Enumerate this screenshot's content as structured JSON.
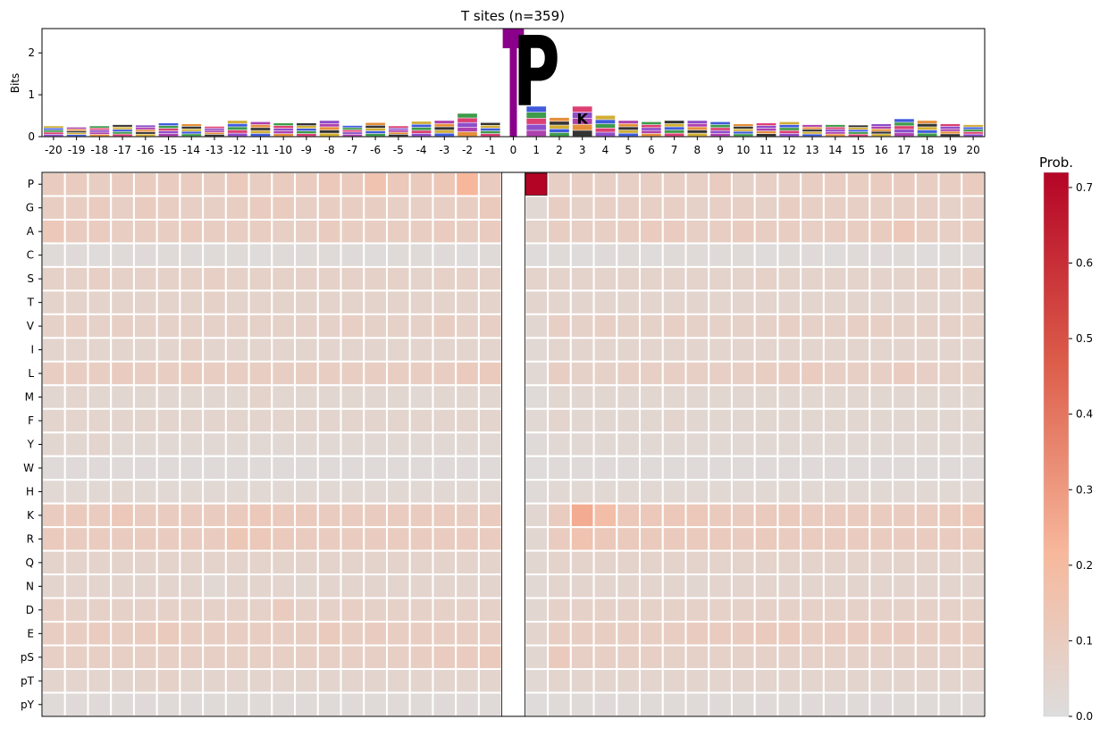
{
  "chart_data": [
    {
      "type": "sequence-logo",
      "title": "T sites (n=359)",
      "ylabel": "Bits",
      "ylim": [
        0,
        2.58
      ],
      "yticks": [
        0,
        1,
        2
      ],
      "positions": [
        -20,
        -19,
        -18,
        -17,
        -16,
        -15,
        -14,
        -13,
        -12,
        -11,
        -10,
        -9,
        -8,
        -7,
        -6,
        -5,
        -4,
        -3,
        -2,
        -1,
        0,
        1,
        2,
        3,
        4,
        5,
        6,
        7,
        8,
        9,
        10,
        11,
        12,
        13,
        14,
        15,
        16,
        17,
        18,
        19,
        20
      ],
      "stack_heights": [
        0.25,
        0.22,
        0.25,
        0.28,
        0.27,
        0.32,
        0.3,
        0.24,
        0.38,
        0.35,
        0.32,
        0.32,
        0.38,
        0.26,
        0.33,
        0.25,
        0.36,
        0.38,
        0.55,
        0.33,
        2.58,
        0.75,
        0.45,
        0.72,
        0.5,
        0.38,
        0.35,
        0.38,
        0.38,
        0.35,
        0.3,
        0.32,
        0.35,
        0.28,
        0.28,
        0.27,
        0.3,
        0.42,
        0.38,
        0.3,
        0.28
      ],
      "highlighted_letters": [
        {
          "position": 0,
          "letter": "T",
          "bits": 2.58,
          "color": "#8b008b"
        },
        {
          "position": 1,
          "letter": "P",
          "bits": 1.9,
          "color": "#000000"
        },
        {
          "position": 3,
          "letter": "K",
          "bits": 0.35,
          "color": "#0000ee"
        }
      ]
    },
    {
      "type": "heatmap",
      "x_labels": [
        "-20",
        "-19",
        "-18",
        "-17",
        "-16",
        "-15",
        "-14",
        "-13",
        "-12",
        "-11",
        "-10",
        "-9",
        "-8",
        "-7",
        "-6",
        "-5",
        "-4",
        "-3",
        "-2",
        "-1",
        "0",
        "1",
        "2",
        "3",
        "4",
        "5",
        "6",
        "7",
        "8",
        "9",
        "10",
        "11",
        "12",
        "13",
        "14",
        "15",
        "16",
        "17",
        "18",
        "19",
        "20"
      ],
      "y_labels": [
        "P",
        "G",
        "A",
        "C",
        "S",
        "T",
        "V",
        "I",
        "L",
        "M",
        "F",
        "Y",
        "W",
        "H",
        "K",
        "R",
        "Q",
        "N",
        "D",
        "E",
        "pS",
        "pT",
        "pY"
      ],
      "colorbar_label": "Prob.",
      "vmin": 0.0,
      "vmax": 0.72,
      "colorbar_ticks": [
        "0.0",
        "0.1",
        "0.2",
        "0.3",
        "0.4",
        "0.5",
        "0.6",
        "0.7"
      ],
      "masked_column": "0",
      "values": {
        "P": [
          0.1,
          0.1,
          0.09,
          0.1,
          0.1,
          0.1,
          0.1,
          0.09,
          0.11,
          0.09,
          0.1,
          0.1,
          0.12,
          0.11,
          0.15,
          0.12,
          0.11,
          0.13,
          0.22,
          0.1,
          null,
          0.72,
          0.08,
          0.09,
          0.08,
          0.08,
          0.09,
          0.08,
          0.08,
          0.1,
          0.07,
          0.08,
          0.08,
          0.09,
          0.09,
          0.09,
          0.1,
          0.1,
          0.09,
          0.09,
          0.1
        ],
        "G": [
          0.09,
          0.09,
          0.1,
          0.08,
          0.1,
          0.09,
          0.08,
          0.08,
          0.09,
          0.1,
          0.1,
          0.08,
          0.09,
          0.09,
          0.09,
          0.08,
          0.08,
          0.08,
          0.09,
          0.11,
          null,
          0.03,
          0.09,
          0.07,
          0.08,
          0.08,
          0.08,
          0.08,
          0.07,
          0.08,
          0.08,
          0.07,
          0.09,
          0.08,
          0.08,
          0.08,
          0.08,
          0.08,
          0.08,
          0.07,
          0.08
        ],
        "A": [
          0.12,
          0.1,
          0.1,
          0.09,
          0.09,
          0.09,
          0.1,
          0.09,
          0.09,
          0.09,
          0.08,
          0.08,
          0.1,
          0.09,
          0.09,
          0.09,
          0.09,
          0.1,
          0.09,
          0.1,
          null,
          0.06,
          0.09,
          0.08,
          0.08,
          0.09,
          0.1,
          0.1,
          0.08,
          0.09,
          0.1,
          0.09,
          0.09,
          0.08,
          0.09,
          0.09,
          0.1,
          0.12,
          0.09,
          0.08,
          0.09
        ],
        "C": [
          0.02,
          0.02,
          0.01,
          0.02,
          0.02,
          0.02,
          0.02,
          0.02,
          0.02,
          0.01,
          0.02,
          0.02,
          0.02,
          0.02,
          0.01,
          0.02,
          0.02,
          0.02,
          0.01,
          0.02,
          null,
          0.01,
          0.02,
          0.01,
          0.02,
          0.02,
          0.01,
          0.02,
          0.02,
          0.02,
          0.02,
          0.01,
          0.02,
          0.02,
          0.01,
          0.02,
          0.02,
          0.02,
          0.01,
          0.02,
          0.02
        ],
        "S": [
          0.07,
          0.07,
          0.08,
          0.07,
          0.07,
          0.07,
          0.07,
          0.08,
          0.07,
          0.07,
          0.07,
          0.07,
          0.07,
          0.07,
          0.07,
          0.07,
          0.06,
          0.07,
          0.07,
          0.07,
          null,
          0.06,
          0.06,
          0.06,
          0.06,
          0.06,
          0.06,
          0.06,
          0.06,
          0.06,
          0.06,
          0.07,
          0.06,
          0.06,
          0.06,
          0.06,
          0.06,
          0.06,
          0.07,
          0.06,
          0.09
        ],
        "T": [
          0.06,
          0.06,
          0.06,
          0.06,
          0.06,
          0.06,
          0.06,
          0.07,
          0.06,
          0.06,
          0.06,
          0.06,
          0.06,
          0.06,
          0.06,
          0.06,
          0.06,
          0.06,
          0.06,
          0.06,
          null,
          0.05,
          0.05,
          0.05,
          0.05,
          0.05,
          0.05,
          0.05,
          0.05,
          0.05,
          0.05,
          0.05,
          0.05,
          0.05,
          0.05,
          0.05,
          0.05,
          0.05,
          0.05,
          0.05,
          0.06
        ],
        "V": [
          0.07,
          0.08,
          0.07,
          0.08,
          0.07,
          0.07,
          0.07,
          0.07,
          0.07,
          0.07,
          0.07,
          0.07,
          0.07,
          0.08,
          0.07,
          0.07,
          0.07,
          0.09,
          0.07,
          0.08,
          null,
          0.04,
          0.08,
          0.07,
          0.08,
          0.07,
          0.07,
          0.08,
          0.07,
          0.07,
          0.07,
          0.07,
          0.08,
          0.07,
          0.07,
          0.08,
          0.08,
          0.07,
          0.07,
          0.07,
          0.07
        ],
        "I": [
          0.05,
          0.05,
          0.05,
          0.05,
          0.05,
          0.05,
          0.07,
          0.05,
          0.05,
          0.05,
          0.05,
          0.05,
          0.05,
          0.05,
          0.05,
          0.05,
          0.05,
          0.05,
          0.05,
          0.05,
          null,
          0.03,
          0.05,
          0.05,
          0.05,
          0.05,
          0.05,
          0.05,
          0.05,
          0.05,
          0.05,
          0.05,
          0.05,
          0.05,
          0.05,
          0.05,
          0.05,
          0.05,
          0.05,
          0.05,
          0.05
        ],
        "L": [
          0.09,
          0.09,
          0.09,
          0.1,
          0.09,
          0.09,
          0.1,
          0.09,
          0.09,
          0.09,
          0.09,
          0.09,
          0.09,
          0.09,
          0.09,
          0.09,
          0.09,
          0.09,
          0.11,
          0.11,
          null,
          0.03,
          0.09,
          0.07,
          0.07,
          0.08,
          0.08,
          0.08,
          0.08,
          0.08,
          0.08,
          0.09,
          0.09,
          0.1,
          0.08,
          0.08,
          0.08,
          0.1,
          0.08,
          0.07,
          0.07
        ],
        "M": [
          0.04,
          0.05,
          0.04,
          0.04,
          0.04,
          0.04,
          0.04,
          0.04,
          0.04,
          0.06,
          0.04,
          0.04,
          0.04,
          0.04,
          0.04,
          0.04,
          0.03,
          0.04,
          0.04,
          0.04,
          null,
          0.02,
          0.04,
          0.04,
          0.04,
          0.04,
          0.04,
          0.04,
          0.04,
          0.04,
          0.04,
          0.04,
          0.04,
          0.04,
          0.04,
          0.04,
          0.04,
          0.04,
          0.04,
          0.04,
          0.04
        ],
        "F": [
          0.05,
          0.05,
          0.05,
          0.05,
          0.05,
          0.05,
          0.05,
          0.05,
          0.05,
          0.05,
          0.05,
          0.05,
          0.05,
          0.05,
          0.05,
          0.05,
          0.05,
          0.05,
          0.05,
          0.05,
          null,
          0.03,
          0.05,
          0.04,
          0.04,
          0.04,
          0.04,
          0.05,
          0.04,
          0.04,
          0.04,
          0.04,
          0.04,
          0.04,
          0.04,
          0.04,
          0.04,
          0.04,
          0.04,
          0.04,
          0.04
        ],
        "Y": [
          0.04,
          0.04,
          0.05,
          0.03,
          0.03,
          0.03,
          0.03,
          0.03,
          0.03,
          0.03,
          0.03,
          0.03,
          0.03,
          0.03,
          0.03,
          0.03,
          0.03,
          0.03,
          0.03,
          0.03,
          null,
          0.02,
          0.03,
          0.03,
          0.03,
          0.03,
          0.03,
          0.03,
          0.03,
          0.03,
          0.03,
          0.03,
          0.03,
          0.03,
          0.03,
          0.03,
          0.03,
          0.03,
          0.03,
          0.03,
          0.03
        ],
        "W": [
          0.02,
          0.02,
          0.02,
          0.02,
          0.02,
          0.02,
          0.02,
          0.02,
          0.02,
          0.02,
          0.02,
          0.02,
          0.02,
          0.02,
          0.02,
          0.02,
          0.02,
          0.02,
          0.02,
          0.02,
          null,
          0.01,
          0.02,
          0.02,
          0.02,
          0.02,
          0.02,
          0.02,
          0.02,
          0.02,
          0.02,
          0.02,
          0.02,
          0.02,
          0.02,
          0.02,
          0.02,
          0.02,
          0.02,
          0.02,
          0.02
        ],
        "H": [
          0.03,
          0.03,
          0.03,
          0.04,
          0.03,
          0.03,
          0.03,
          0.03,
          0.03,
          0.03,
          0.03,
          0.03,
          0.03,
          0.03,
          0.03,
          0.03,
          0.03,
          0.03,
          0.03,
          0.03,
          null,
          0.02,
          0.03,
          0.03,
          0.03,
          0.03,
          0.03,
          0.03,
          0.03,
          0.03,
          0.03,
          0.03,
          0.03,
          0.03,
          0.03,
          0.03,
          0.03,
          0.03,
          0.03,
          0.03,
          0.03
        ],
        "K": [
          0.1,
          0.11,
          0.1,
          0.12,
          0.1,
          0.1,
          0.1,
          0.1,
          0.11,
          0.12,
          0.11,
          0.11,
          0.1,
          0.1,
          0.1,
          0.1,
          0.1,
          0.1,
          0.09,
          0.1,
          null,
          0.04,
          0.1,
          0.25,
          0.18,
          0.12,
          0.12,
          0.12,
          0.12,
          0.11,
          0.1,
          0.11,
          0.11,
          0.1,
          0.1,
          0.1,
          0.1,
          0.1,
          0.1,
          0.11,
          0.12
        ],
        "R": [
          0.11,
          0.1,
          0.1,
          0.1,
          0.1,
          0.1,
          0.1,
          0.1,
          0.13,
          0.12,
          0.11,
          0.1,
          0.1,
          0.1,
          0.1,
          0.1,
          0.1,
          0.1,
          0.1,
          0.1,
          null,
          0.04,
          0.1,
          0.15,
          0.12,
          0.11,
          0.11,
          0.11,
          0.11,
          0.11,
          0.1,
          0.11,
          0.1,
          0.1,
          0.1,
          0.1,
          0.1,
          0.1,
          0.1,
          0.1,
          0.1
        ],
        "Q": [
          0.06,
          0.06,
          0.06,
          0.06,
          0.06,
          0.06,
          0.06,
          0.06,
          0.06,
          0.06,
          0.06,
          0.06,
          0.06,
          0.06,
          0.06,
          0.06,
          0.06,
          0.06,
          0.06,
          0.06,
          null,
          0.04,
          0.06,
          0.06,
          0.06,
          0.06,
          0.06,
          0.06,
          0.06,
          0.06,
          0.06,
          0.06,
          0.06,
          0.06,
          0.06,
          0.06,
          0.06,
          0.06,
          0.06,
          0.06,
          0.06
        ],
        "N": [
          0.05,
          0.05,
          0.05,
          0.05,
          0.05,
          0.05,
          0.05,
          0.03,
          0.05,
          0.05,
          0.05,
          0.04,
          0.05,
          0.05,
          0.05,
          0.05,
          0.05,
          0.05,
          0.05,
          0.05,
          null,
          0.03,
          0.05,
          0.05,
          0.05,
          0.05,
          0.05,
          0.05,
          0.04,
          0.05,
          0.05,
          0.05,
          0.05,
          0.05,
          0.05,
          0.05,
          0.05,
          0.05,
          0.05,
          0.05,
          0.05
        ],
        "D": [
          0.08,
          0.07,
          0.07,
          0.07,
          0.07,
          0.07,
          0.07,
          0.07,
          0.07,
          0.07,
          0.1,
          0.07,
          0.07,
          0.08,
          0.07,
          0.07,
          0.07,
          0.07,
          0.07,
          0.07,
          null,
          0.04,
          0.07,
          0.07,
          0.07,
          0.07,
          0.07,
          0.07,
          0.07,
          0.07,
          0.07,
          0.07,
          0.07,
          0.07,
          0.07,
          0.07,
          0.07,
          0.07,
          0.07,
          0.07,
          0.07
        ],
        "E": [
          0.09,
          0.09,
          0.1,
          0.09,
          0.1,
          0.11,
          0.09,
          0.09,
          0.09,
          0.09,
          0.09,
          0.09,
          0.11,
          0.09,
          0.1,
          0.09,
          0.09,
          0.09,
          0.09,
          0.09,
          null,
          0.05,
          0.09,
          0.09,
          0.09,
          0.09,
          0.09,
          0.09,
          0.1,
          0.1,
          0.1,
          0.11,
          0.11,
          0.09,
          0.1,
          0.1,
          0.1,
          0.1,
          0.09,
          0.09,
          0.09
        ],
        "pS": [
          0.08,
          0.08,
          0.08,
          0.08,
          0.08,
          0.08,
          0.08,
          0.08,
          0.08,
          0.08,
          0.08,
          0.08,
          0.08,
          0.08,
          0.08,
          0.08,
          0.09,
          0.1,
          0.1,
          0.11,
          null,
          0.04,
          0.11,
          0.08,
          0.08,
          0.08,
          0.08,
          0.07,
          0.07,
          0.07,
          0.07,
          0.07,
          0.07,
          0.07,
          0.07,
          0.07,
          0.07,
          0.07,
          0.07,
          0.07,
          0.07
        ],
        "pT": [
          0.05,
          0.05,
          0.05,
          0.05,
          0.06,
          0.07,
          0.05,
          0.05,
          0.05,
          0.05,
          0.05,
          0.05,
          0.05,
          0.05,
          0.05,
          0.05,
          0.05,
          0.05,
          0.05,
          0.05,
          null,
          0.03,
          0.05,
          0.05,
          0.05,
          0.05,
          0.05,
          0.05,
          0.05,
          0.05,
          0.05,
          0.05,
          0.05,
          0.05,
          0.05,
          0.05,
          0.05,
          0.05,
          0.05,
          0.05,
          0.05
        ],
        "pY": [
          0.02,
          0.02,
          0.02,
          0.02,
          0.02,
          0.02,
          0.02,
          0.02,
          0.02,
          0.02,
          0.02,
          0.02,
          0.02,
          0.02,
          0.02,
          0.02,
          0.02,
          0.02,
          0.02,
          0.02,
          null,
          0.01,
          0.02,
          0.02,
          0.02,
          0.02,
          0.02,
          0.02,
          0.02,
          0.02,
          0.02,
          0.02,
          0.02,
          0.02,
          0.02,
          0.02,
          0.02,
          0.02,
          0.02,
          0.02,
          0.02
        ]
      }
    }
  ]
}
